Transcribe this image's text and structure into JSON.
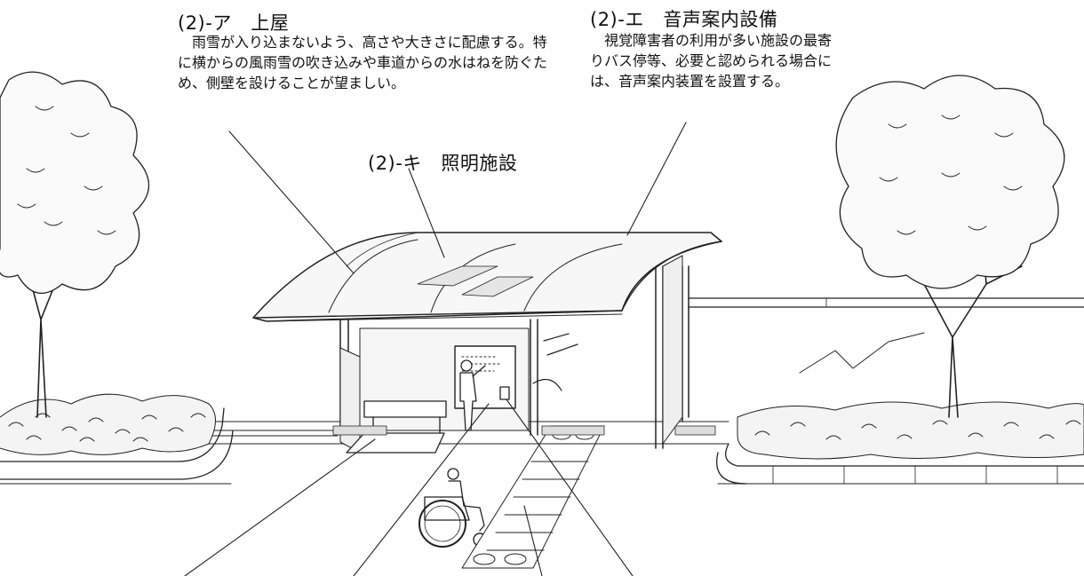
{
  "annotations": {
    "roof": {
      "title": "(2)-ア　上屋",
      "text": "雨雪が入り込まないよう、高さや大きさに配慮する。特に横からの風雨雪の吹き込みや車道からの水はねを防ぐため、側壁を設けることが望ましい。"
    },
    "audio": {
      "title": "(2)-エ　音声案内設備",
      "text": "視覚障害者の利用が多い施設の最寄りバス停等、必要と認められる場合には、音声案内装置を設置する。"
    },
    "lighting": {
      "title": "(2)-キ　照明施設"
    }
  }
}
